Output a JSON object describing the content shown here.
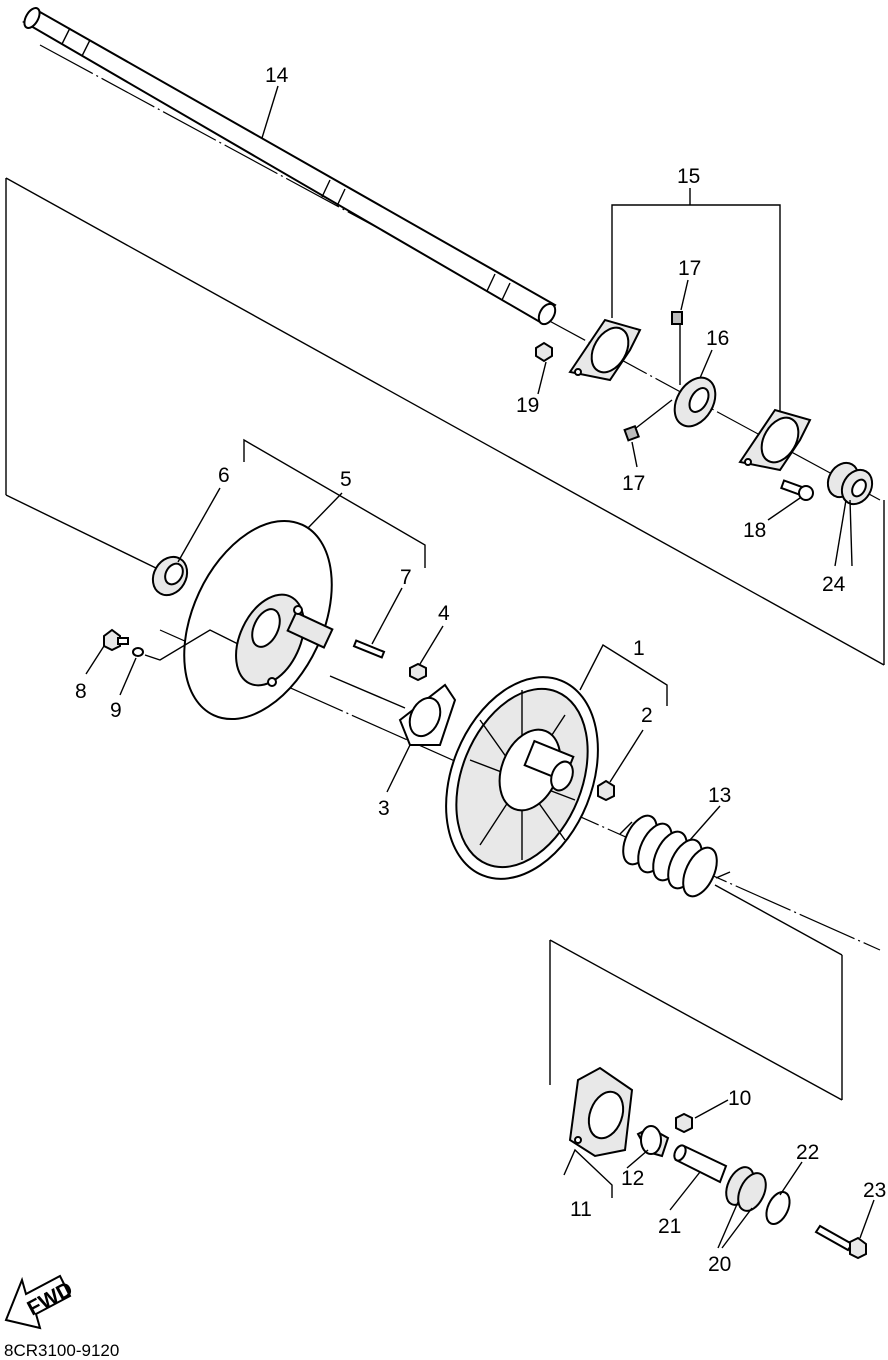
{
  "diagram_code": "8CR3100-9120",
  "fwd_label": "FWD",
  "callouts": [
    {
      "id": "c1",
      "label": "1"
    },
    {
      "id": "c2",
      "label": "2"
    },
    {
      "id": "c3",
      "label": "3"
    },
    {
      "id": "c4",
      "label": "4"
    },
    {
      "id": "c5",
      "label": "5"
    },
    {
      "id": "c6",
      "label": "6"
    },
    {
      "id": "c7",
      "label": "7"
    },
    {
      "id": "c8",
      "label": "8"
    },
    {
      "id": "c9",
      "label": "9"
    },
    {
      "id": "c10",
      "label": "10"
    },
    {
      "id": "c11",
      "label": "11"
    },
    {
      "id": "c12",
      "label": "12"
    },
    {
      "id": "c13",
      "label": "13"
    },
    {
      "id": "c14",
      "label": "14"
    },
    {
      "id": "c15",
      "label": "15"
    },
    {
      "id": "c16",
      "label": "16"
    },
    {
      "id": "c17a",
      "label": "17"
    },
    {
      "id": "c17b",
      "label": "17"
    },
    {
      "id": "c18",
      "label": "18"
    },
    {
      "id": "c19",
      "label": "19"
    },
    {
      "id": "c20",
      "label": "20"
    },
    {
      "id": "c21",
      "label": "21"
    },
    {
      "id": "c22",
      "label": "22"
    },
    {
      "id": "c23",
      "label": "23"
    },
    {
      "id": "c24",
      "label": "24"
    }
  ]
}
